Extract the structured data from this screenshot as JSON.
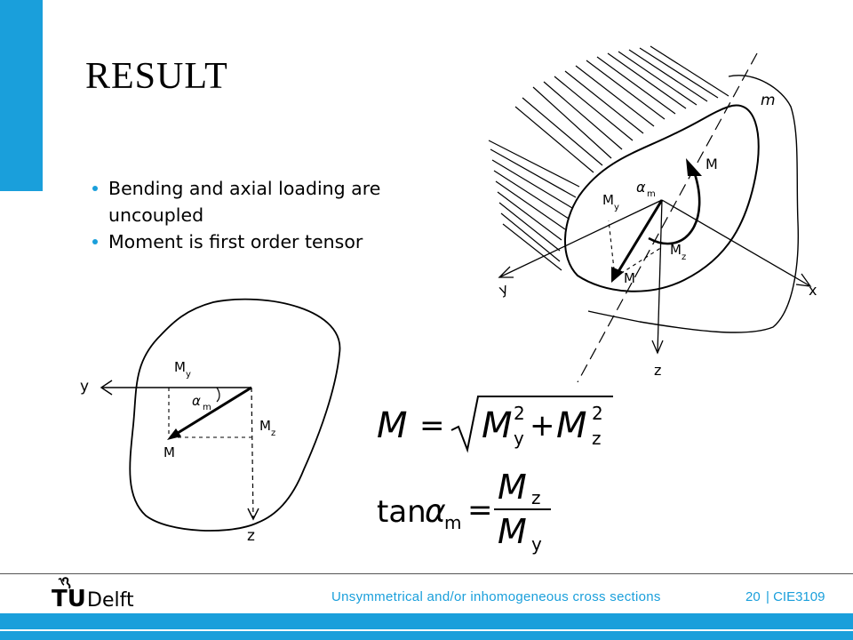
{
  "slide": {
    "title": "RESULT",
    "bullets": [
      "Bending and axial loading are uncoupled",
      "Moment is first order tensor"
    ]
  },
  "figure_3d": {
    "labels": {
      "m": "m",
      "M_curved": "M",
      "alpha": "α",
      "alpha_sub": "m",
      "My": "M",
      "My_sub": "y",
      "Mz": "M",
      "Mz_sub": "z",
      "M_vec": "M",
      "y": "y",
      "x": "x",
      "z": "z"
    }
  },
  "figure_2d": {
    "labels": {
      "y": "y",
      "My": "M",
      "My_sub": "y",
      "alpha": "α",
      "alpha_sub": "m",
      "Mz": "M",
      "Mz_sub": "z",
      "M": "M",
      "z": "z"
    }
  },
  "formulas": {
    "f1": {
      "lhs": "M",
      "eq": "=",
      "t1": "M",
      "t1_sub": "y",
      "t1_sup": "2",
      "plus": "+",
      "t2": "M",
      "t2_sub": "z",
      "t2_sup": "2"
    },
    "f2": {
      "fn": "tan",
      "alpha": "α",
      "alpha_sub": "m",
      "eq": "=",
      "num": "M",
      "num_sub": "z",
      "den": "M",
      "den_sub": "y"
    }
  },
  "footer": {
    "logo_tu": "TU",
    "logo_delft": "Delft",
    "text": "Unsymmetrical and/or inhomogeneous  cross sections",
    "page_number": "20",
    "course": "| CIE3109"
  },
  "colors": {
    "accent": "#1a9fdb"
  }
}
